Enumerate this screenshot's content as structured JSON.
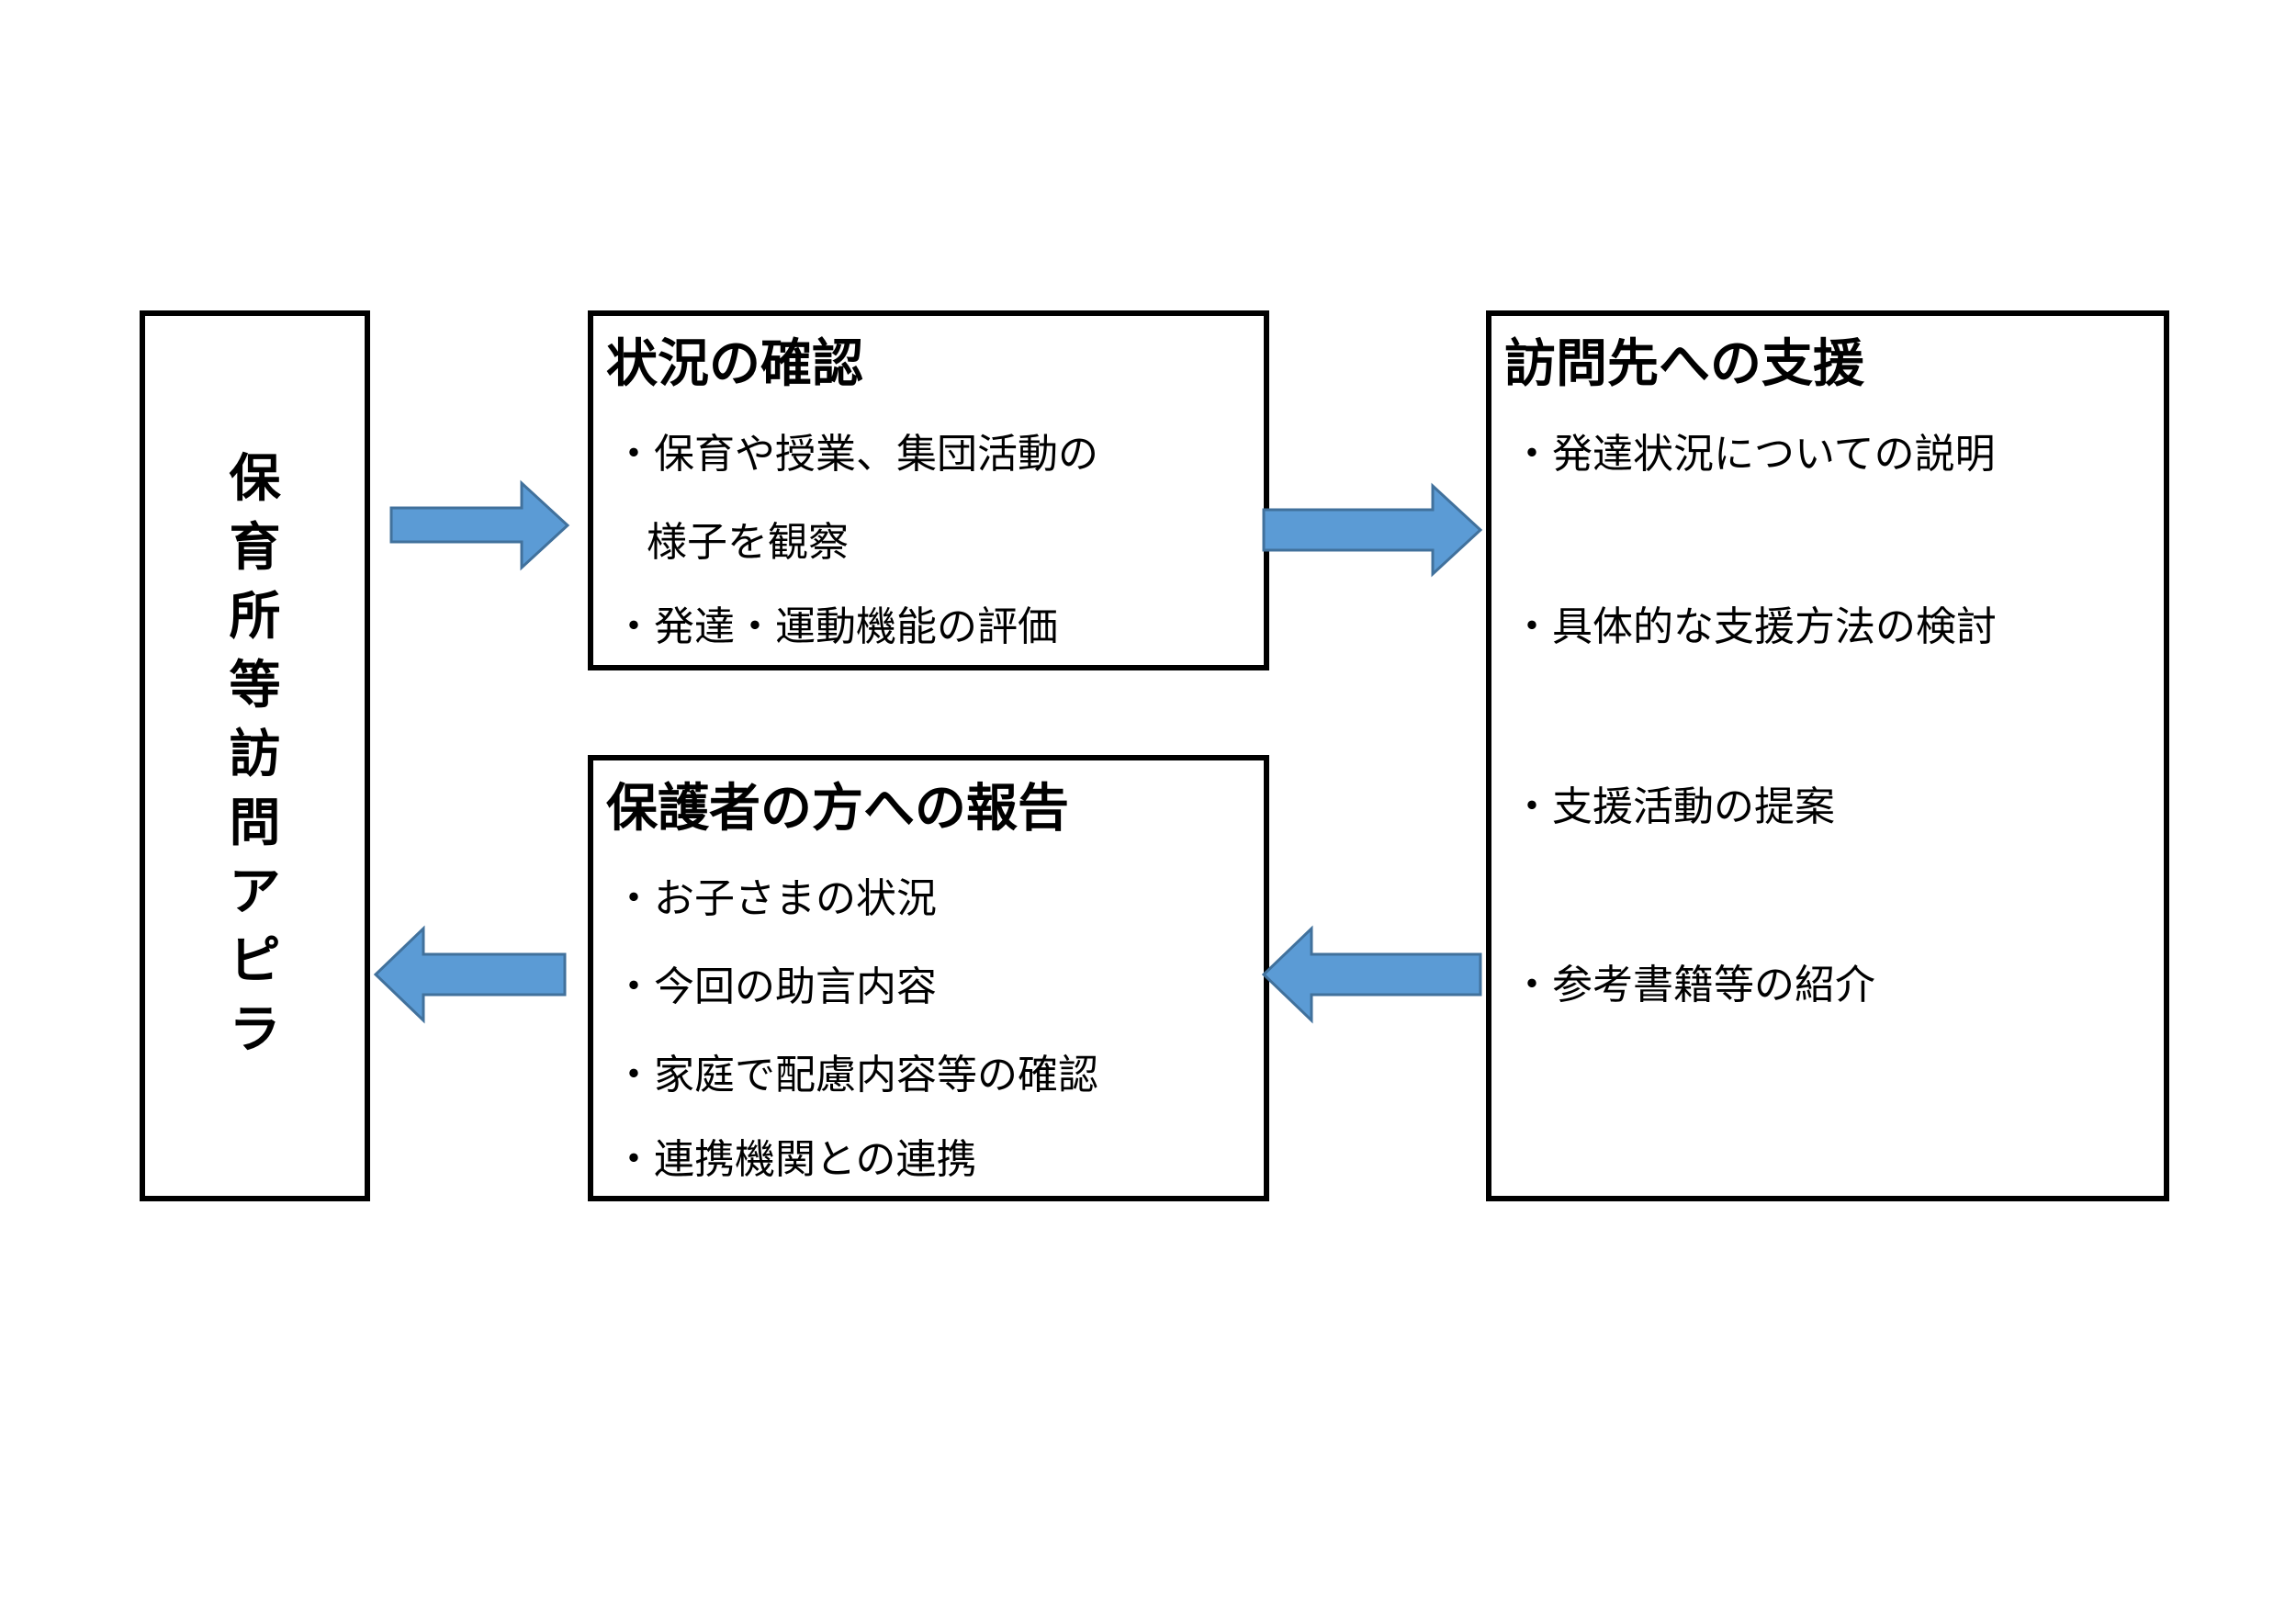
{
  "left_box": {
    "title": "保育所等訪問アピラ"
  },
  "check_box": {
    "title": "状況の確認",
    "items": [
      "・保育や授業、集団活動の",
      "様子を観察",
      "・発達・運動機能の評価"
    ]
  },
  "support_box": {
    "title": "訪問先への支援",
    "items": [
      "・発達状況についての説明",
      "・具体的な支援方法の検討",
      "・支援活動の提案",
      "・参考書籍等の紹介"
    ]
  },
  "report_box": {
    "title": "保護者の方への報告",
    "items": [
      "・お子さまの状況",
      "・今回の助言内容",
      "・家庭で配慮内容等の確認",
      "・連携機関との連携"
    ]
  },
  "colors": {
    "arrow_fill": "#5b9bd5",
    "arrow_stroke": "#41719c",
    "border": "#000000"
  }
}
